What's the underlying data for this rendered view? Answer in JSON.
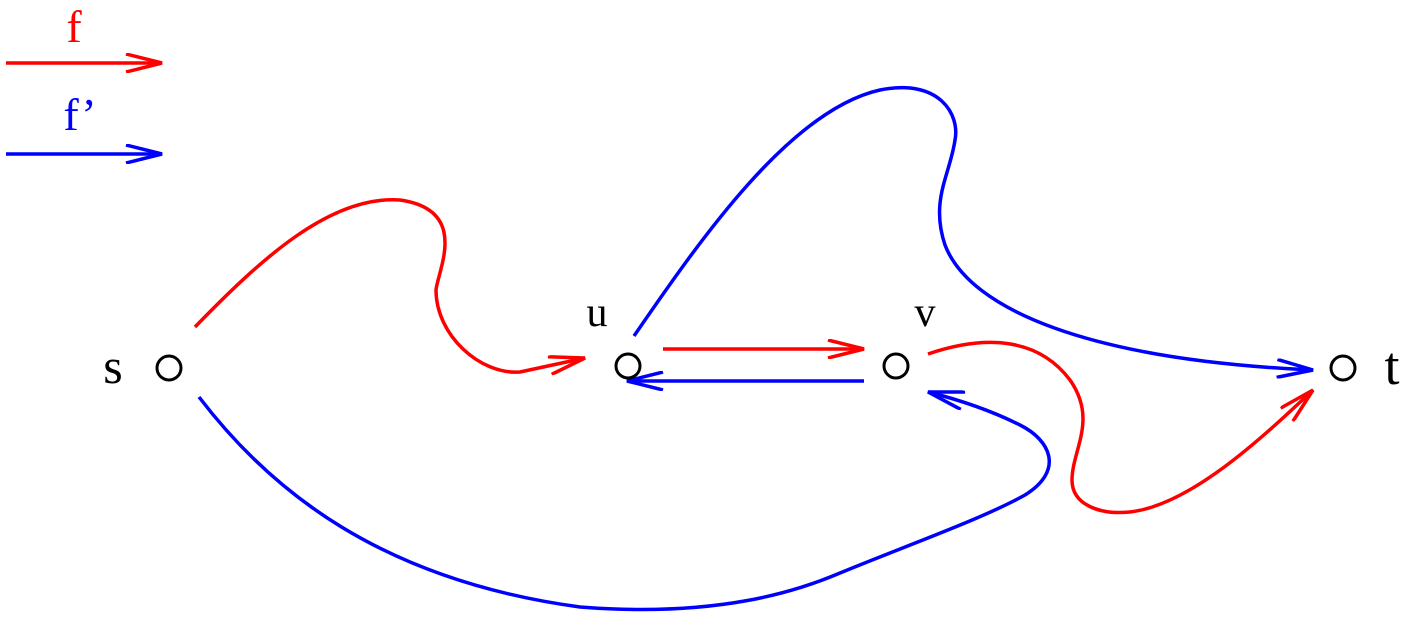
{
  "legend": {
    "flow_f": {
      "label": "f",
      "color": "#ff0000"
    },
    "flow_f_prime": {
      "label": "f’",
      "color": "#0000ff"
    }
  },
  "nodes": {
    "s": {
      "label": "s"
    },
    "u": {
      "label": "u"
    },
    "v": {
      "label": "v"
    },
    "t": {
      "label": "t"
    }
  },
  "edges": [
    {
      "from": "s",
      "to": "u",
      "flow": "f",
      "color": "#ff0000"
    },
    {
      "from": "u",
      "to": "v",
      "flow": "f",
      "color": "#ff0000"
    },
    {
      "from": "v",
      "to": "t",
      "flow": "f",
      "color": "#ff0000"
    },
    {
      "from": "u",
      "to": "t",
      "flow": "f’",
      "color": "#0000ff"
    },
    {
      "from": "v",
      "to": "u",
      "flow": "f’",
      "color": "#0000ff"
    },
    {
      "from": "s",
      "to": "v",
      "flow": "f’",
      "color": "#0000ff"
    }
  ]
}
